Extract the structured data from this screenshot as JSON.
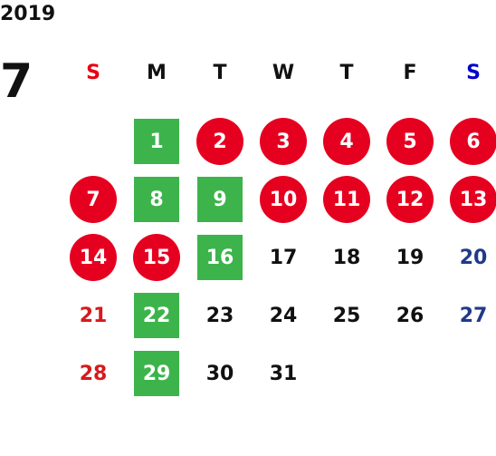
{
  "calendar": {
    "year": "2019",
    "month": "7",
    "weekdays": [
      "S",
      "M",
      "T",
      "W",
      "T",
      "F",
      "S"
    ],
    "weekday_colors": [
      "#e60012",
      "#111111",
      "#111111",
      "#111111",
      "#111111",
      "#111111",
      "#0000cc"
    ],
    "days": [
      {
        "label": "",
        "style": "empty",
        "color": "#111111"
      },
      {
        "label": "1",
        "style": "square",
        "color": "#3cb44b"
      },
      {
        "label": "2",
        "style": "circle",
        "color": "#e60020"
      },
      {
        "label": "3",
        "style": "circle",
        "color": "#e60020"
      },
      {
        "label": "4",
        "style": "circle",
        "color": "#e60020"
      },
      {
        "label": "5",
        "style": "circle",
        "color": "#e60020"
      },
      {
        "label": "6",
        "style": "circle",
        "color": "#e60020"
      },
      {
        "label": "7",
        "style": "circle",
        "color": "#e60020"
      },
      {
        "label": "8",
        "style": "square",
        "color": "#3cb44b"
      },
      {
        "label": "9",
        "style": "square",
        "color": "#3cb44b"
      },
      {
        "label": "10",
        "style": "circle",
        "color": "#e60020"
      },
      {
        "label": "11",
        "style": "circle",
        "color": "#e60020"
      },
      {
        "label": "12",
        "style": "circle",
        "color": "#e60020"
      },
      {
        "label": "13",
        "style": "circle",
        "color": "#e60020"
      },
      {
        "label": "14",
        "style": "circle",
        "color": "#e60020"
      },
      {
        "label": "15",
        "style": "circle",
        "color": "#e60020"
      },
      {
        "label": "16",
        "style": "square",
        "color": "#3cb44b"
      },
      {
        "label": "17",
        "style": "plain",
        "color": "#111111"
      },
      {
        "label": "18",
        "style": "plain",
        "color": "#111111"
      },
      {
        "label": "19",
        "style": "plain",
        "color": "#111111"
      },
      {
        "label": "20",
        "style": "plain",
        "color": "#1f3a8a"
      },
      {
        "label": "21",
        "style": "plain",
        "color": "#d7191c"
      },
      {
        "label": "22",
        "style": "square",
        "color": "#3cb44b"
      },
      {
        "label": "23",
        "style": "plain",
        "color": "#111111"
      },
      {
        "label": "24",
        "style": "plain",
        "color": "#111111"
      },
      {
        "label": "25",
        "style": "plain",
        "color": "#111111"
      },
      {
        "label": "26",
        "style": "plain",
        "color": "#111111"
      },
      {
        "label": "27",
        "style": "plain",
        "color": "#1f3a8a"
      },
      {
        "label": "28",
        "style": "plain",
        "color": "#d7191c"
      },
      {
        "label": "29",
        "style": "square",
        "color": "#3cb44b"
      },
      {
        "label": "30",
        "style": "plain",
        "color": "#111111"
      },
      {
        "label": "31",
        "style": "plain",
        "color": "#111111"
      }
    ]
  }
}
